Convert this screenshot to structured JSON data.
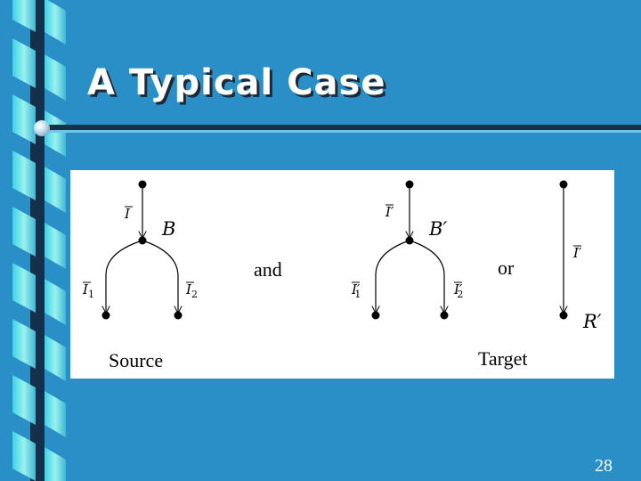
{
  "slide": {
    "title": "A Typical Case",
    "page_number": "28"
  },
  "diagram": {
    "source": {
      "caption": "Source",
      "top_edge_label": "I",
      "node_label": "B",
      "left_edge_label": "I",
      "left_edge_subscript": "1",
      "right_edge_label": "I",
      "right_edge_subscript": "2"
    },
    "connector_and": "and",
    "target_first": {
      "top_edge_label": "I′",
      "node_label": "B′",
      "left_edge_label": "I′",
      "left_edge_subscript": "1",
      "right_edge_label": "I′",
      "right_edge_subscript": "2"
    },
    "connector_or": "or",
    "target_second": {
      "edge_label": "I′",
      "node_label": "R′"
    },
    "target_caption": "Target"
  },
  "colors": {
    "background": "#2a8fc7",
    "panel": "#ffffff",
    "title_text": "#ffffff"
  }
}
